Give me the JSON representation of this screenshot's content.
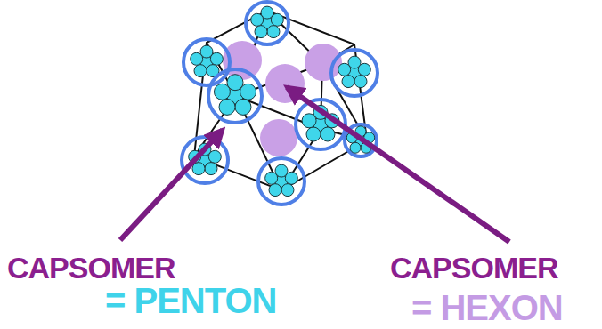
{
  "diagram": {
    "labels": [
      "CAPSOMER",
      "= PENTON",
      "CAPSOMER",
      "= HEXON"
    ]
  }
}
